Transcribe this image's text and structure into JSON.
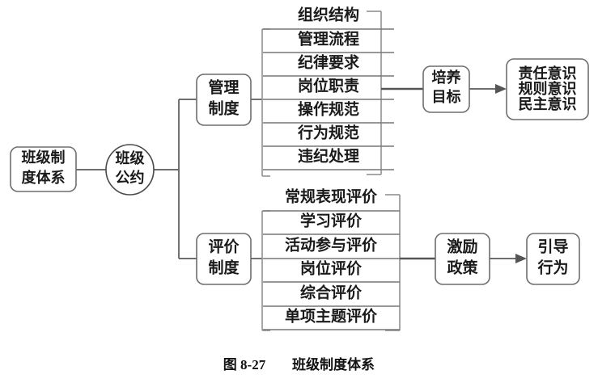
{
  "figure": {
    "caption_number": "图 8-27",
    "caption_title": "班级制度体系"
  },
  "nodes": {
    "root": {
      "line1": "班级制",
      "line2": "度体系"
    },
    "hub": {
      "line1": "班级",
      "line2": "公约"
    },
    "management": {
      "line1": "管理",
      "line2": "制度"
    },
    "evaluation": {
      "line1": "评价",
      "line2": "制度"
    },
    "goal": {
      "line1": "培养",
      "line2": "目标"
    },
    "policy": {
      "line1": "激励",
      "line2": "政策"
    },
    "behavior": {
      "line1": "引导",
      "line2": "行为"
    },
    "awareness": {
      "line1": "责任意识",
      "line2": "规则意识",
      "line3": "民主意识"
    }
  },
  "management_items": [
    "组织结构",
    "管理流程",
    "纪律要求",
    "岗位职责",
    "操作规范",
    "行为规范",
    "违纪处理"
  ],
  "evaluation_items": [
    "常规表现评价",
    "学习评价",
    "活动参与评价",
    "岗位评价",
    "综合评价",
    "单项主题评价"
  ],
  "colors": {
    "background": "#ffffff",
    "box_stroke": "#6e6e6e",
    "connector": "#5a5a5a",
    "bracket": "#8a8a8a",
    "text": "#1a1a1a"
  }
}
